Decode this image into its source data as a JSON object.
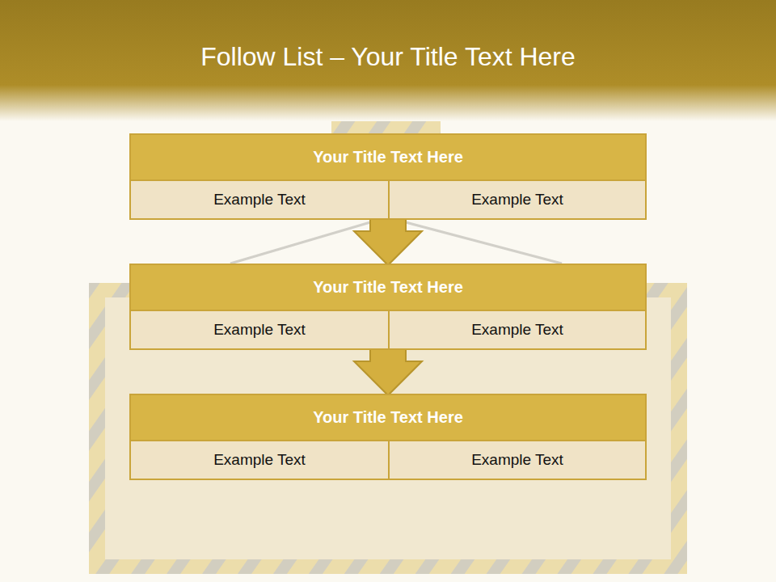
{
  "diagram": {
    "title": "Follow List – Your Title Text Here",
    "nodes": [
      {
        "text": [
          "Your Title Text Here",
          "Example Text",
          "Example Text"
        ]
      },
      {
        "text": [
          "Your Title Text Here",
          "Example Text",
          "Example Text"
        ]
      },
      {
        "text": [
          "Your Title Text Here",
          "Example Text",
          "Example Text"
        ]
      }
    ],
    "edges": [
      {
        "from": 0,
        "to": 1,
        "arrow": "to"
      },
      {
        "from": 1,
        "to": 2,
        "arrow": "to"
      }
    ]
  }
}
